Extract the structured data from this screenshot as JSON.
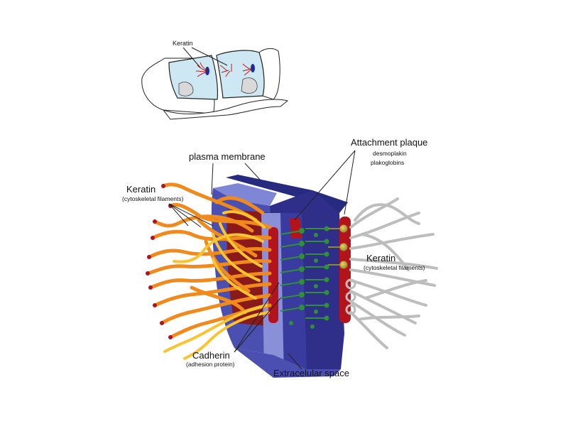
{
  "inset": {
    "keratin_label": "Keratin"
  },
  "labels": {
    "plasma_membrane": "plasma membrane",
    "attachment_plaque": "Attachment plaque",
    "plaque_part_1": "desmoplakin",
    "plaque_part_2": "plakoglobins",
    "keratin_left": "Keratin",
    "keratin_left_sub": "(cytoskeletal filaments)",
    "keratin_right": "Keratin",
    "keratin_right_sub": "(cytoskeletal filaments)",
    "cadherin": "Cadherin",
    "cadherin_sub": "(adhesion protein)",
    "extracellular_space": "Extracelular space"
  },
  "colors": {
    "membrane_blue": "#4a4fb0",
    "membrane_dark": "#2b2d85",
    "membrane_light": "#7f86d6",
    "plaque_red": "#b3141b",
    "cytoplasm_red": "#8a1a1a",
    "keratin_orange": "#f08a1c",
    "keratin_yellow": "#f7c632",
    "keratin_grey": "#bdbdbd",
    "cadherin_green": "#2f8f3a",
    "cell_fill": "#cde8f2"
  }
}
